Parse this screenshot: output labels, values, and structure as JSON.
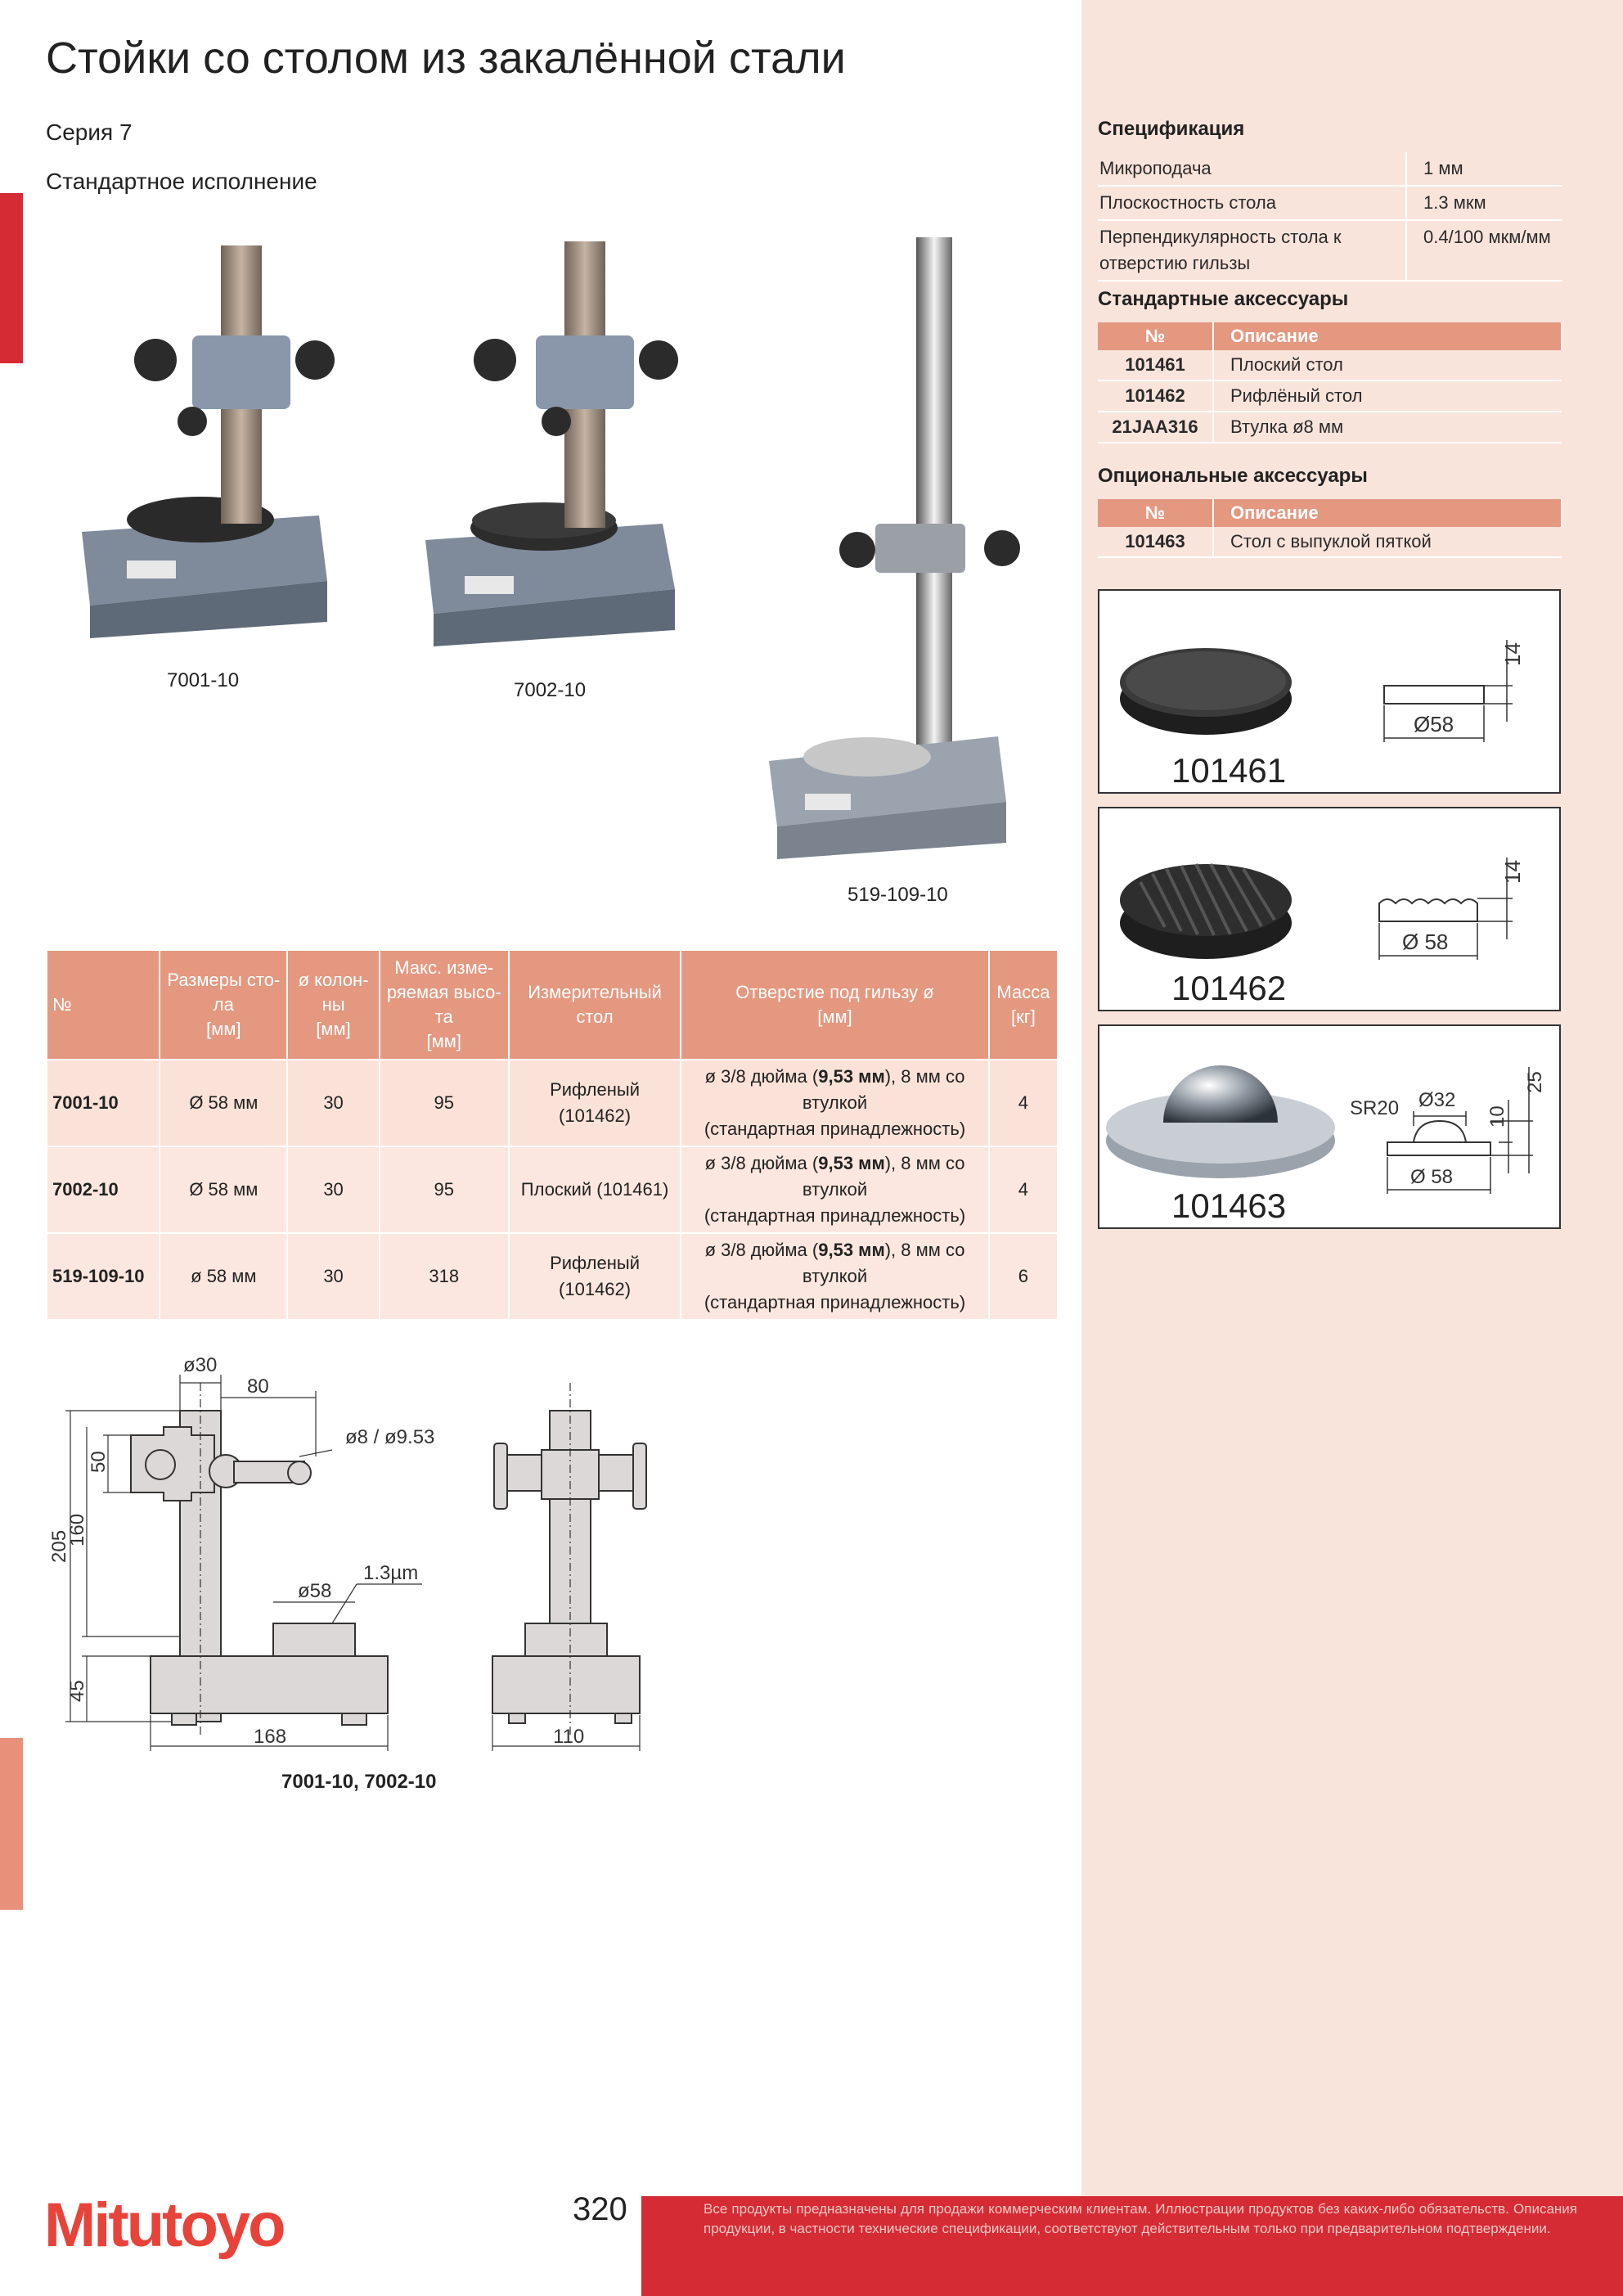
{
  "title": "Стойки со столом из закалённой стали",
  "series": "Серия 7",
  "version": "Стандартное исполнение",
  "photos": [
    {
      "caption": "7001-10"
    },
    {
      "caption": "7002-10"
    },
    {
      "caption": "519-109-10"
    }
  ],
  "main_table": {
    "headers": [
      "№",
      "Размеры сто-\nла\n[мм]",
      "ø колон-\nны\n[мм]",
      "Макс. изме-\nряемая высо-\nта\n[мм]",
      "Измерительный\nстол",
      "Отверстие под гильзу ø\n[мм]",
      "Масса\n[кг]"
    ],
    "rows": [
      {
        "model": "7001-10",
        "table": "Ø 58 мм",
        "column": "30",
        "height": "95",
        "stage": "Рифленый\n(101462)",
        "hole_a": "ø 3/8 дюйма (",
        "hole_b": "9,53 мм",
        "hole_c": "), 8 мм со\nвтулкой\n(стандартная принадлежность)",
        "mass": "4"
      },
      {
        "model": "7002-10",
        "table": "Ø 58 мм",
        "column": "30",
        "height": "95",
        "stage": "Плоский (101461)",
        "hole_a": "ø 3/8 дюйма (",
        "hole_b": "9,53 мм",
        "hole_c": "), 8 мм со\nвтулкой\n(стандартная принадлежность)",
        "mass": "4"
      },
      {
        "model": "519-109-10",
        "table": "ø 58 мм",
        "column": "30",
        "height": "318",
        "stage": "Рифленый\n(101462)",
        "hole_a": "ø 3/8 дюйма (",
        "hole_b": "9,53 мм",
        "hole_c": "), 8 мм со\nвтулкой\n(стандартная принадлежность)",
        "mass": "6"
      }
    ]
  },
  "spec": {
    "heading": "Спецификация",
    "rows": [
      {
        "label": "Микроподача",
        "value": "1 мм"
      },
      {
        "label": "Плоскостность стола",
        "value": "1.3 мкм"
      },
      {
        "label": "Перпендикулярность стола к\nотверстию гильзы",
        "value": "0.4/100 мкм/мм"
      }
    ]
  },
  "standard_acc": {
    "heading": "Стандартные аксессуары",
    "col_num": "№",
    "col_desc": "Описание",
    "rows": [
      {
        "num": "101461",
        "desc": "Плоский стол"
      },
      {
        "num": "101462",
        "desc": "Рифлёный стол"
      },
      {
        "num": "21JAA316",
        "desc": "Втулка ø8 мм"
      }
    ]
  },
  "optional_acc": {
    "heading": "Опциональные аксессуары",
    "col_num": "№",
    "col_desc": "Описание",
    "rows": [
      {
        "num": "101463",
        "desc": "Стол с выпуклой пяткой"
      }
    ]
  },
  "acc_cards": [
    {
      "id": "101461",
      "dims": [
        "14",
        "Ø58"
      ]
    },
    {
      "id": "101462",
      "dims": [
        "14",
        "Ø 58"
      ]
    },
    {
      "id": "101463",
      "dims": [
        "Ø32",
        "SR20",
        "10",
        "25",
        "Ø 58"
      ]
    }
  ],
  "drawing": {
    "caption": "7001-10, 7002-10",
    "dims": [
      "ø30",
      "80",
      "ø8 / ø9.53",
      "50",
      "160",
      "205",
      "ø58",
      "1.3µm",
      "45",
      "168",
      "110"
    ]
  },
  "footer": {
    "page": "320",
    "logo": "Mitutoyo",
    "disclaimer": "Все продукты предназначены для продажи коммерческим клиентам. Иллюстрации продуктов без каких-либо обязательств. Описания продукции, в частности технические спецификации, соответствуют действительным только при предварительном подтверждении."
  }
}
